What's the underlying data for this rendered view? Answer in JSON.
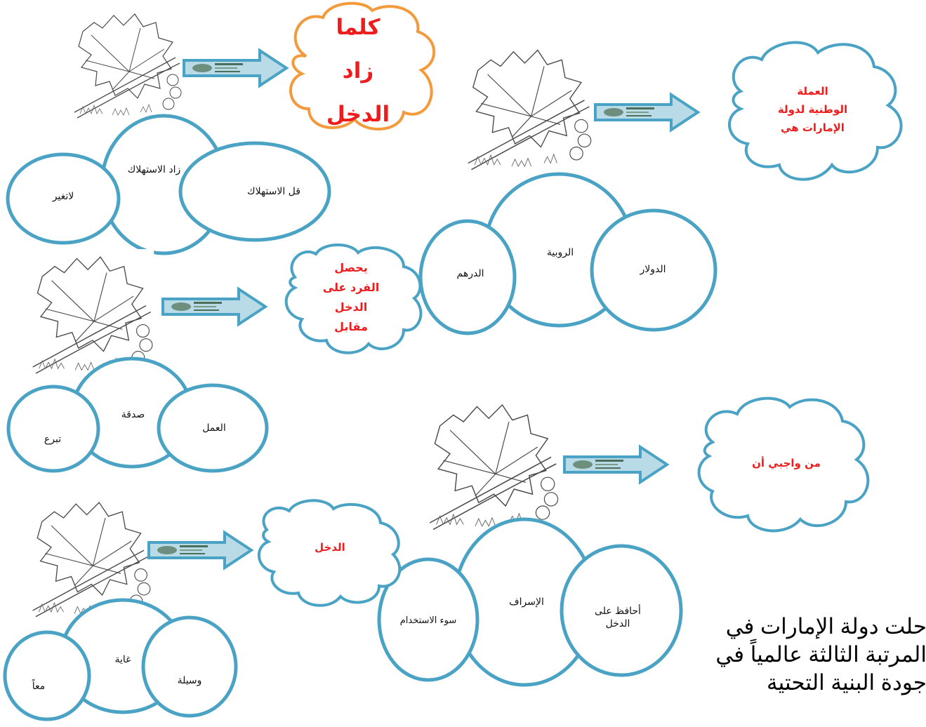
{
  "colors": {
    "bubble": "#4aa3c4",
    "arrow_fill": "#b9dbe8",
    "cloud_orange": "#f39a3c",
    "cloud_blue": "#4aa3c4",
    "question_text": "#ee1c1c"
  },
  "groups": [
    {
      "id": "g1",
      "question": [
        "كلما",
        "زاد",
        "الدخل"
      ],
      "answers": [
        "قل الاستهلاك",
        "زاد الاستهلاك",
        "لاتغير"
      ]
    },
    {
      "id": "g2",
      "question": [
        "العملة",
        "الوطنية لدولة",
        "الإمارات هي"
      ],
      "answers": [
        "الدولار",
        "الروبية",
        "الدرهم"
      ]
    },
    {
      "id": "g3",
      "question": [
        "يحصل",
        "الفرد على",
        "الدخل",
        "مقابل"
      ],
      "answers": [
        "العمل",
        "صدقة",
        "تبرع"
      ]
    },
    {
      "id": "g4",
      "question": [
        "من واجبي أن"
      ],
      "answers": [
        "أحافظ على الدخل",
        "الإسراف",
        "سوء الاستخدام"
      ]
    },
    {
      "id": "g5",
      "question": [
        "الدخل"
      ],
      "answers": [
        "وسيلة",
        "غاية",
        "معاً"
      ]
    }
  ],
  "fact": {
    "line1": "حلت دولة الإمارات في",
    "line2": "المرتبة الثالثة عالمياً في",
    "line3": "جودة البنية التحتية"
  },
  "icons": [
    "grape-leaf-icon",
    "banknote-arrow-icon",
    "thought-cloud-icon"
  ]
}
